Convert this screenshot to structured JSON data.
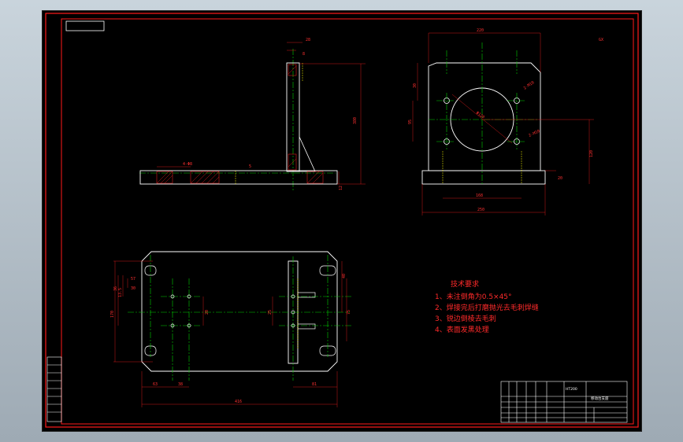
{
  "colors": {
    "frame": "#ff1a1a",
    "outline": "#ffffff",
    "centerline": "#00d000",
    "dimension": "#ff2020",
    "hidden": "#ffff00",
    "hatch": "#ff2020",
    "background": "#000000",
    "window": "#b7c3cc"
  },
  "front_view": {
    "dims": {
      "top_width": "28",
      "top_inner": "8",
      "height": "380",
      "base_t": "12",
      "slot": "4-Φ8",
      "mark": "5"
    }
  },
  "side_view": {
    "dims": {
      "top": "220",
      "left_small": "30",
      "left_mid": "95",
      "bolt": "2-M10",
      "hole": "Φ120",
      "bolt2": "2-M10",
      "right": "120",
      "bottom_inner": "168",
      "bottom": "250",
      "base_h": "20"
    }
  },
  "top_view": {
    "dims": {
      "left_outer": "170",
      "left_mid": "36",
      "left_small": "13.5",
      "left_tiny": "30",
      "left_top": "57",
      "center_v": "20",
      "center_v2": "25",
      "right_h": "40",
      "right_h2": "75",
      "bottom_a": "63",
      "bottom_b": "38",
      "bottom_c": "81",
      "overall": "416"
    }
  },
  "tech_requirements": {
    "title": "技术要求",
    "items": [
      "1、未注倒角为0.5×45°",
      "2、焊接完后打磨抛光去毛刺焊缝",
      "3、锐边倒棱去毛刺",
      "4、表面发黑处理"
    ]
  },
  "title_block": {
    "part_name": "移动台支座",
    "material": "HT200"
  }
}
